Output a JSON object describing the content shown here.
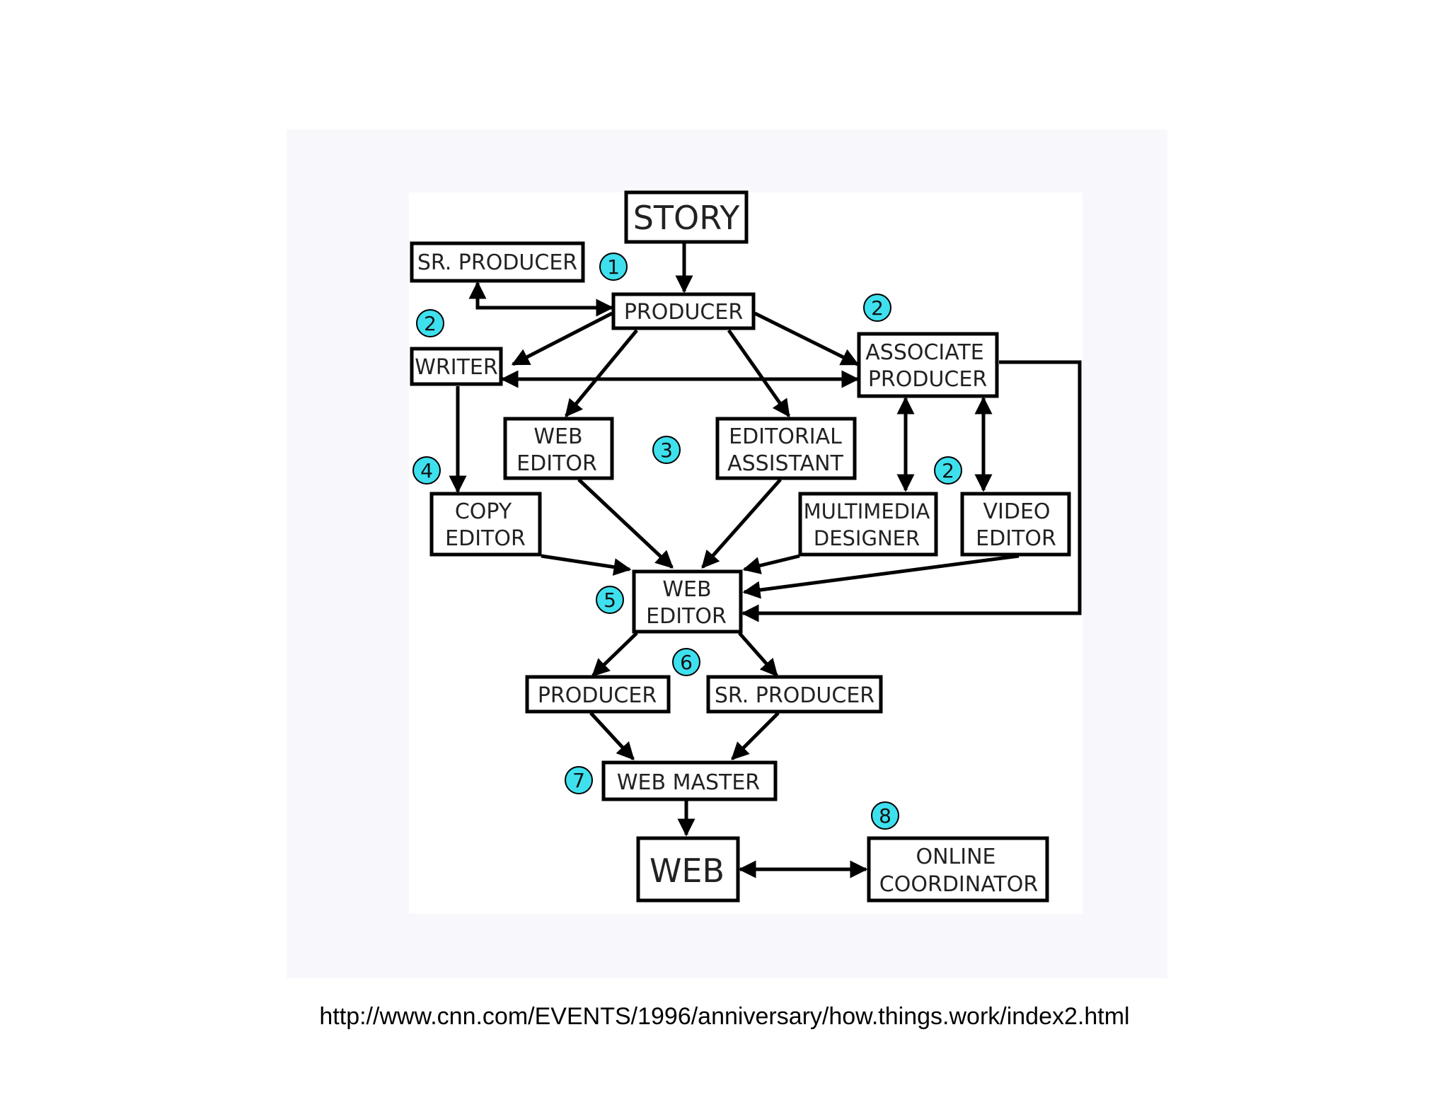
{
  "nodes": {
    "story": "STORY",
    "sr_producer_top": "SR. PRODUCER",
    "producer_top": "PRODUCER",
    "writer": "WRITER",
    "associate_producer": [
      "ASSOCIATE",
      "PRODUCER"
    ],
    "web_editor_top": [
      "WEB",
      "EDITOR"
    ],
    "editorial_assistant": [
      "EDITORIAL",
      "ASSISTANT"
    ],
    "copy_editor": [
      "COPY",
      "EDITOR"
    ],
    "multimedia_designer": [
      "MULTIMEDIA",
      "DESIGNER"
    ],
    "video_editor": [
      "VIDEO",
      "EDITOR"
    ],
    "web_editor_center": [
      "WEB",
      "EDITOR"
    ],
    "producer_bottom": "PRODUCER",
    "sr_producer_bottom": "SR. PRODUCER",
    "web_master": "WEB MASTER",
    "web": "WEB",
    "online_coordinator": [
      "ONLINE",
      "COORDINATOR"
    ]
  },
  "badges": {
    "b1": "1",
    "b2_left": "2",
    "b2_right": "2",
    "b2_lower": "2",
    "b3": "3",
    "b4": "4",
    "b5": "5",
    "b6": "6",
    "b7": "7",
    "b8": "8"
  },
  "source_url": "http://www.cnn.com/EVENTS/1996/anniversary/how.things.work/index2.html"
}
